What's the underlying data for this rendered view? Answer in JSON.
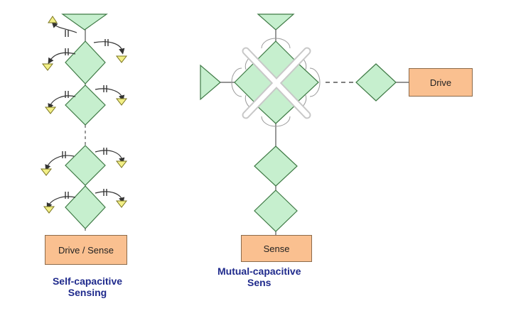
{
  "colors": {
    "electrode_fill": "#c6efce",
    "electrode_stroke": "#3f7a45",
    "ground_fill": "#f2ef86",
    "box_fill": "#fac090",
    "caption_text": "#1f2a8c"
  },
  "left_panel": {
    "box_label": "Drive / Sense",
    "caption_line1": "Self-capacitive",
    "caption_line2": "Sensing"
  },
  "right_panel": {
    "drive_label": "Drive",
    "sense_label": "Sense",
    "caption_line1": "Mutual-capacitive",
    "caption_line2": "Sens"
  }
}
